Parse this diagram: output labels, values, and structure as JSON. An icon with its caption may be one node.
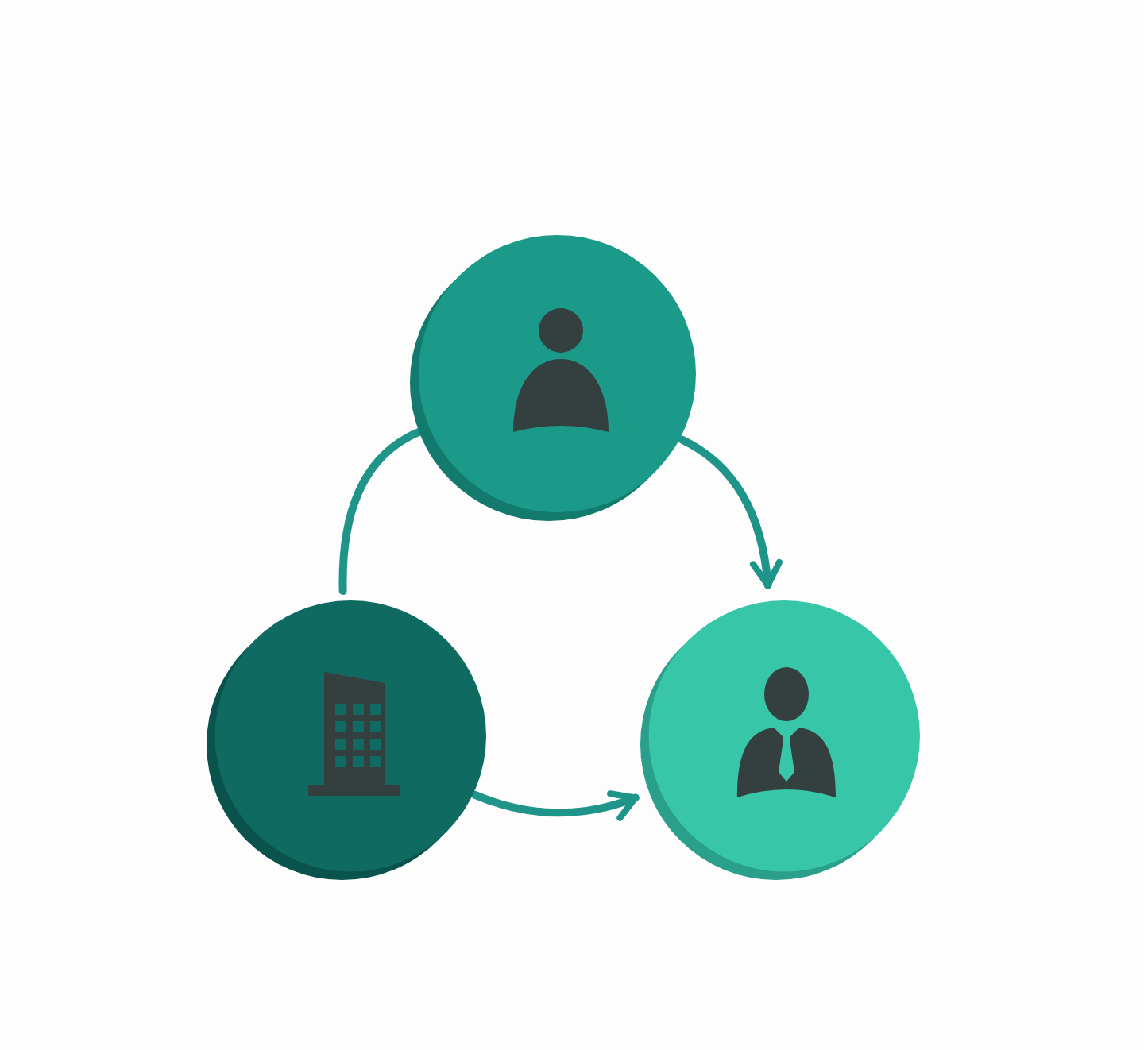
{
  "diagram": {
    "nodes": [
      {
        "text": [],
        "shape": "circle"
      },
      {
        "text": [],
        "shape": "circle"
      },
      {
        "text": [],
        "shape": "circle"
      }
    ],
    "edges": [
      {
        "from": 1,
        "to": 0,
        "arrow": "none"
      },
      {
        "from": 0,
        "to": 2,
        "arrow": "to"
      },
      {
        "from": 1,
        "to": 2,
        "arrow": "to"
      }
    ]
  }
}
